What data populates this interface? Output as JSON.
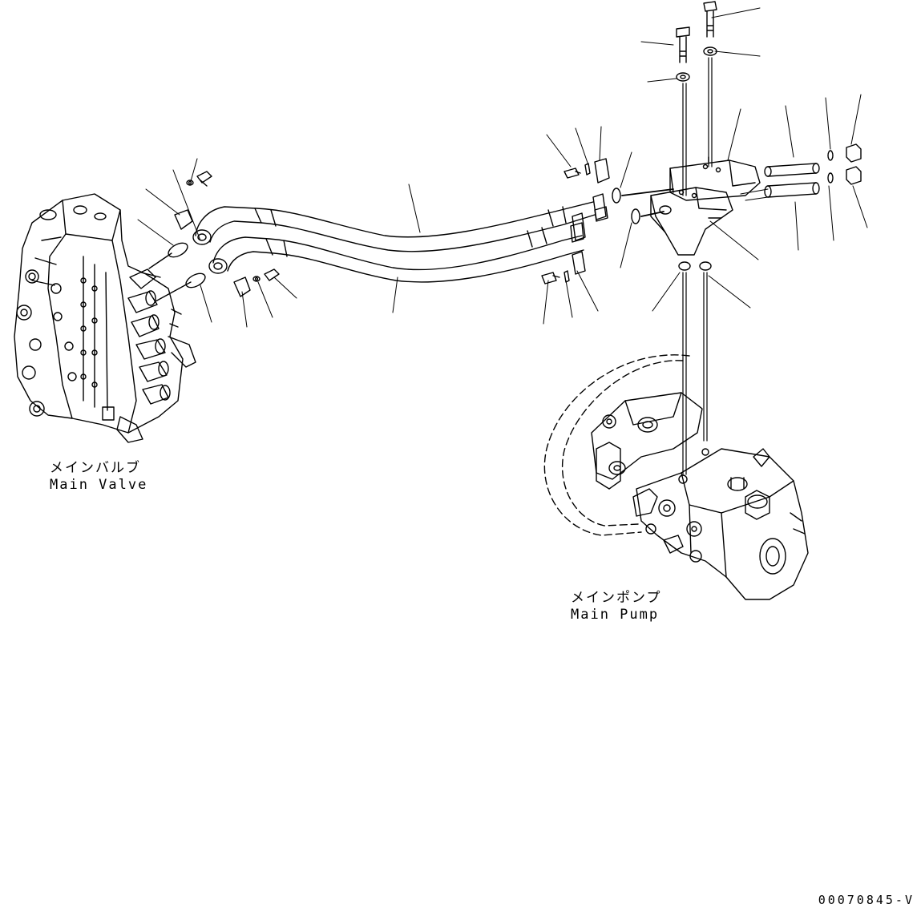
{
  "labels": {
    "main_valve_jp": "メインバルブ",
    "main_valve_en": "Main Valve",
    "main_pump_jp": "メインポンプ",
    "main_pump_en": "Main Pump"
  },
  "drawing_code": "00070845-V",
  "colors": {
    "line": "#000000",
    "background": "#ffffff"
  }
}
